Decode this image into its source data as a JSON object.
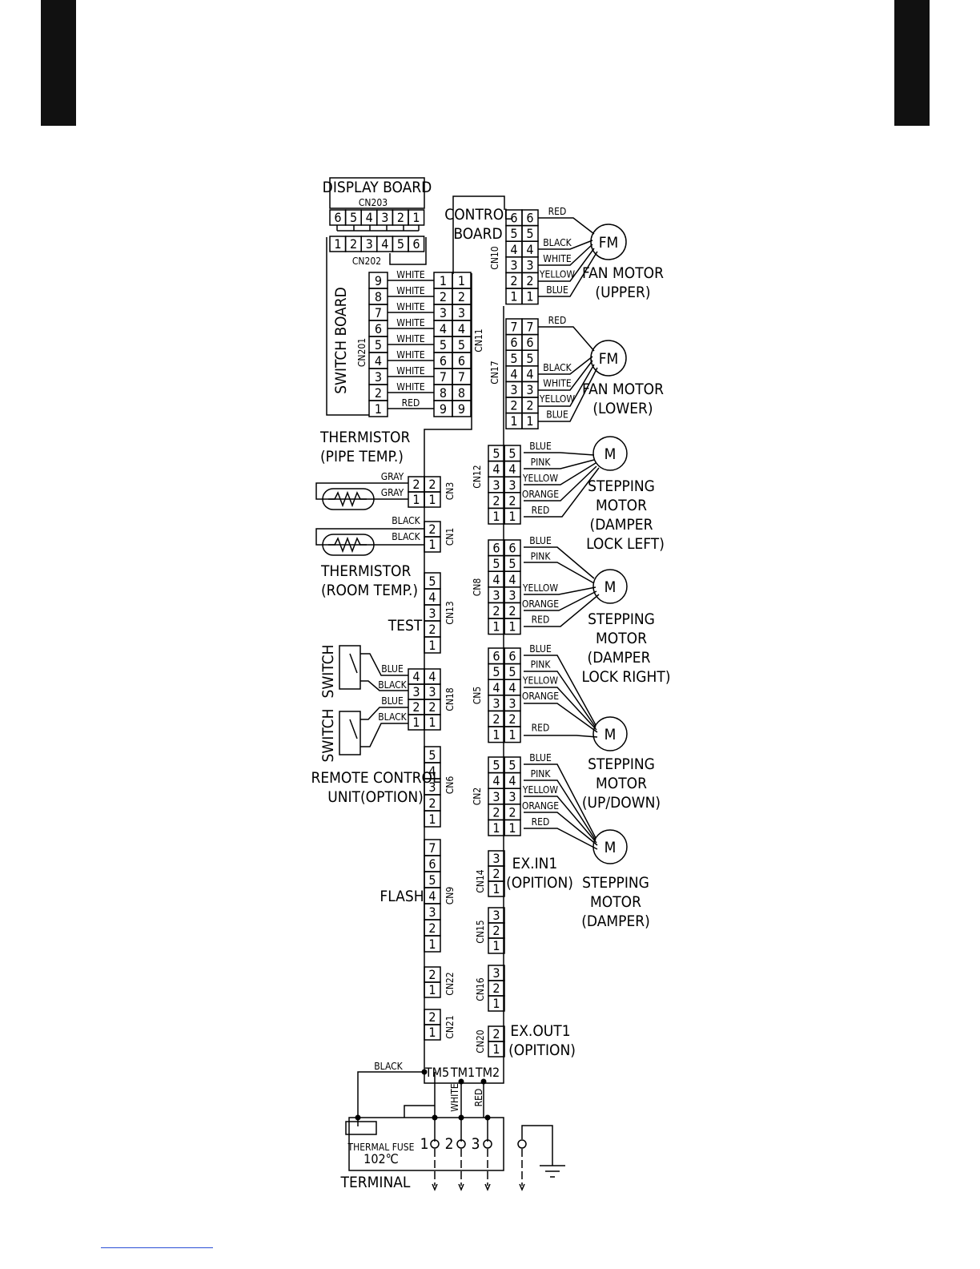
{
  "labels": {
    "display_board": "DISPLAY BOARD",
    "cn203": "CN203",
    "cn202": "CN202",
    "cn201": "CN201",
    "switch_board": "SWITCH BOARD",
    "control_board_line1": "CONTROL",
    "control_board_line2": "BOARD",
    "thermistor_pipe_line1": "THERMISTOR",
    "thermistor_pipe_line2": "(PIPE TEMP.)",
    "thermistor_room_line1": "THERMISTOR",
    "thermistor_room_line2": "(ROOM TEMP.)",
    "test": "TEST",
    "switch": "SWITCH",
    "remote_line1": "REMOTE CONTROL",
    "remote_line2": "UNIT(OPTION)",
    "flash": "FLASH",
    "fan_upper_line1": "FAN MOTOR",
    "fan_upper_line2": "(UPPER)",
    "fan_lower_line1": "FAN MOTOR",
    "fan_lower_line2": "(LOWER)",
    "fm": "FM",
    "m": "M",
    "stepping": "STEPPING",
    "motor": "MOTOR",
    "damper_lock_left_1": "(DAMPER",
    "damper_lock_left_2": "LOCK LEFT)",
    "damper_lock_right_1": "(DAMPER",
    "damper_lock_right_2": "LOCK RIGHT)",
    "up_down": "(UP/DOWN)",
    "damper": "(DAMPER)",
    "ex_in1_line1": "EX.IN1",
    "ex_in1_line2": "(OPITION)",
    "ex_out1_line1": "EX.OUT1",
    "ex_out1_line2": "(OPITION)",
    "tm5": "TM5",
    "tm1": "TM1",
    "tm2": "TM2",
    "thermal_fuse": "THERMAL FUSE",
    "fuse_temp": "102℃",
    "terminal": "TERMINAL",
    "t1": "1",
    "t2": "2",
    "t3": "3"
  },
  "connectors": {
    "cn203": "CN203",
    "cn202": "CN202",
    "cn201": "CN201",
    "cn11": "CN11",
    "cn10": "CN10",
    "cn17": "CN17",
    "cn3": "CN3",
    "cn1": "CN1",
    "cn13": "CN13",
    "cn18": "CN18",
    "cn6": "CN6",
    "cn9": "CN9",
    "cn22": "CN22",
    "cn21": "CN21",
    "cn12": "CN12",
    "cn8": "CN8",
    "cn5": "CN5",
    "cn2": "CN2",
    "cn14": "CN14",
    "cn15": "CN15",
    "cn16": "CN16",
    "cn20": "CN20"
  },
  "pins": {
    "cn203": [
      "6",
      "5",
      "4",
      "3",
      "2",
      "1"
    ],
    "cn202": [
      "1",
      "2",
      "3",
      "4",
      "5",
      "6"
    ],
    "nine": [
      "9",
      "8",
      "7",
      "6",
      "5",
      "4",
      "3",
      "2",
      "1"
    ],
    "one_to_nine": [
      "1",
      "2",
      "3",
      "4",
      "5",
      "6",
      "7",
      "8",
      "9"
    ],
    "six": [
      "6",
      "5",
      "4",
      "3",
      "2",
      "1"
    ],
    "seven": [
      "7",
      "6",
      "5",
      "4",
      "3",
      "2",
      "1"
    ],
    "five": [
      "5",
      "4",
      "3",
      "2",
      "1"
    ],
    "four": [
      "4",
      "3",
      "2",
      "1"
    ],
    "three": [
      "3",
      "2",
      "1"
    ],
    "two": [
      "2",
      "1"
    ]
  },
  "wires": {
    "cn11": [
      "WHITE",
      "WHITE",
      "WHITE",
      "WHITE",
      "WHITE",
      "WHITE",
      "WHITE",
      "WHITE",
      "RED"
    ],
    "cn10": [
      "RED",
      "BLACK",
      "WHITE",
      "YELLOW",
      "BLUE"
    ],
    "cn17": [
      "RED",
      "BLACK",
      "WHITE",
      "YELLOW",
      "BLUE"
    ],
    "cn3": [
      "GRAY",
      "GRAY"
    ],
    "cn1": [
      "BLACK",
      "BLACK"
    ],
    "cn18": [
      "BLUE",
      "BLACK",
      "BLUE",
      "BLACK"
    ],
    "cn12": [
      "BLUE",
      "PINK",
      "YELLOW",
      "ORANGE",
      "RED"
    ],
    "cn8": [
      "BLUE",
      "PINK",
      "YELLOW",
      "ORANGE",
      "RED"
    ],
    "cn5": [
      "BLUE",
      "PINK",
      "YELLOW",
      "ORANGE",
      "RED"
    ],
    "cn2": [
      "BLUE",
      "PINK",
      "YELLOW",
      "ORANGE",
      "RED"
    ],
    "tm5": "BLACK",
    "tm1": "WHITE",
    "tm2": "RED"
  }
}
